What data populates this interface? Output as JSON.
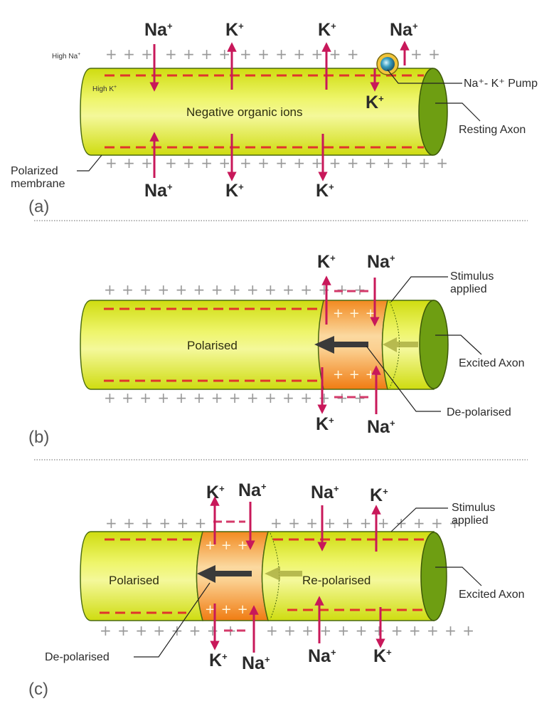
{
  "colors": {
    "axon_fill": "#dbe61c",
    "axon_highlight": "#f2f78a",
    "axon_end": "#6e9e12",
    "depol_fill": "#f28a20",
    "depol_highlight": "#fbd9a0",
    "ion_arrow": "#c8185a",
    "membrane_dash": "#e0352b",
    "plus_outside": "#999999",
    "label_text": "#2b2b2b",
    "divider": "#999999"
  },
  "panel_a": {
    "letter": "(a)",
    "high_na_label": "High Na",
    "high_na_sup": "+",
    "high_k_label": "High K",
    "high_k_sup": "+",
    "center_label": "Negative organic ions",
    "pump_label": "Na⁺- K⁺  Pump",
    "axon_label": "Resting Axon",
    "membrane_label_line1": "Polarized",
    "membrane_label_line2": "membrane",
    "top_ions": [
      {
        "name": "Na",
        "sup": "+",
        "direction": "in"
      },
      {
        "name": "K",
        "sup": "+",
        "direction": "out"
      },
      {
        "name": "K",
        "sup": "+",
        "direction": "out"
      },
      {
        "name": "Na",
        "sup": "+",
        "direction": "out"
      }
    ],
    "pump_k": {
      "name": "K",
      "sup": "+",
      "direction": "in"
    },
    "bottom_ions": [
      {
        "name": "Na",
        "sup": "+",
        "direction": "in"
      },
      {
        "name": "K",
        "sup": "+",
        "direction": "out"
      },
      {
        "name": "K",
        "sup": "+",
        "direction": "out"
      }
    ]
  },
  "panel_b": {
    "letter": "(b)",
    "center_label": "Polarised",
    "stimulus_label_line1": "Stimulus",
    "stimulus_label_line2": "applied",
    "axon_label": "Excited Axon",
    "depolarised_label": "De-polarised",
    "top_ions": [
      {
        "name": "K",
        "sup": "+",
        "direction": "out"
      },
      {
        "name": "Na",
        "sup": "+",
        "direction": "in"
      }
    ],
    "bottom_ions": [
      {
        "name": "K",
        "sup": "+",
        "direction": "out"
      },
      {
        "name": "Na",
        "sup": "+",
        "direction": "in"
      }
    ]
  },
  "panel_c": {
    "letter": "(c)",
    "left_label": "Polarised",
    "right_label": "Re-polarised",
    "stimulus_label_line1": "Stimulus",
    "stimulus_label_line2": "applied",
    "axon_label": "Excited Axon",
    "depolarised_label": "De-polarised",
    "top_ions": [
      {
        "name": "K",
        "sup": "+",
        "direction": "out"
      },
      {
        "name": "Na",
        "sup": "+",
        "direction": "in"
      },
      {
        "name": "Na",
        "sup": "+",
        "direction": "in"
      },
      {
        "name": "K",
        "sup": "+",
        "direction": "out"
      }
    ],
    "bottom_ions": [
      {
        "name": "K",
        "sup": "+",
        "direction": "out"
      },
      {
        "name": "Na",
        "sup": "+",
        "direction": "in"
      },
      {
        "name": "Na",
        "sup": "+",
        "direction": "in"
      },
      {
        "name": "K",
        "sup": "+",
        "direction": "out"
      }
    ]
  },
  "plus_text": {
    "a_top_1": "+ + +",
    "a_top_2": "+ + + +",
    "a_top_3": "+ + + + + + +",
    "a_top_4": "+ +",
    "a_bot_1": "+ + +",
    "a_bot_2": "+ + + +",
    "a_bot_3": "+ + + + + + + + + + + +",
    "b_top": "+ + + + + + + + + + + + + + +",
    "b_bot": "+ + + + + + + + + + + + + + +",
    "depol_inner": "+ + +",
    "c_top_left": "+ + + + + +",
    "c_top_right": "+ + + + + + + + + + +",
    "c_bot_left": "+ + + + + + + +",
    "c_bot_right": "+ + + + + + + + + + + +"
  }
}
